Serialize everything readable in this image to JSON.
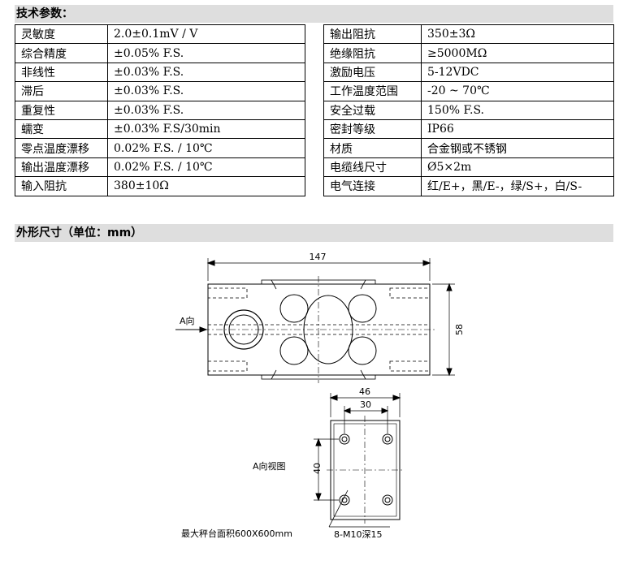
{
  "spec_section": {
    "title": "技术参数："
  },
  "spec_left": [
    {
      "label": "灵敏度",
      "value": "2.0±0.1mV / V"
    },
    {
      "label": "综合精度",
      "value": "±0.05% F.S."
    },
    {
      "label": "非线性",
      "value": "±0.03% F.S."
    },
    {
      "label": "滞后",
      "value": "±0.03% F.S."
    },
    {
      "label": "重复性",
      "value": "±0.03% F.S."
    },
    {
      "label": "蠕变",
      "value": "±0.03% F.S/30min"
    },
    {
      "label": "零点温度漂移",
      "value": "0.02% F.S. / 10℃"
    },
    {
      "label": "输出温度漂移",
      "value": "0.02% F.S. / 10℃"
    },
    {
      "label": "输入阻抗",
      "value": "380±10Ω"
    }
  ],
  "spec_right": [
    {
      "label": "输出阻抗",
      "value": "350±3Ω"
    },
    {
      "label": "绝缘阻抗",
      "value": "≥5000MΩ"
    },
    {
      "label": "激励电压",
      "value": "5-12VDC"
    },
    {
      "label": "工作温度范围",
      "value": "-20 ~ 70℃"
    },
    {
      "label": "安全过载",
      "value": "150% F.S."
    },
    {
      "label": "密封等级",
      "value": "IP66"
    },
    {
      "label": "材质",
      "value": "合金钢或不锈钢"
    },
    {
      "label": "电缆线尺寸",
      "value": "Ø5×2m"
    },
    {
      "label": "电气连接",
      "value": "红/E+，黑/E-，绿/S+，白/S-"
    }
  ],
  "dimension_section": {
    "title": "外形尺寸（单位：mm）"
  },
  "drawing": {
    "top_view_width": "147",
    "top_view_height": "58",
    "direction_arrow_label": "A向",
    "end_view_title": "A向视图",
    "end_width_outer": "46",
    "end_width_inner": "30",
    "end_hole_spacing": "40",
    "hole_callout": "8-M10深15",
    "platform_note": "最大秤台面积600X600mm"
  }
}
